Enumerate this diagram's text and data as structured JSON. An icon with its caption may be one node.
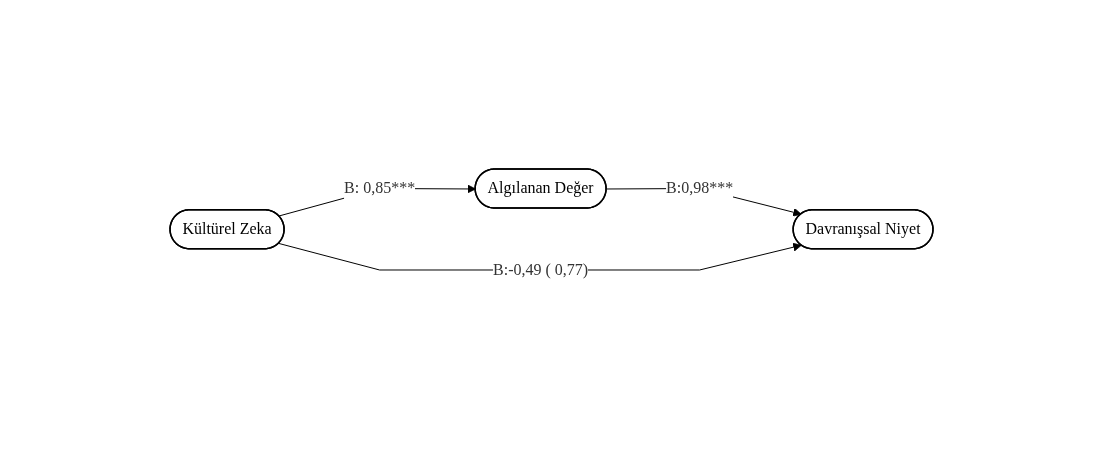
{
  "diagram": {
    "nodes": [
      {
        "text": [
          "Kültürel Zeka"
        ]
      },
      {
        "text": [
          "Algılanan Değer"
        ]
      },
      {
        "text": [
          "Davranışsal Niyet"
        ]
      }
    ],
    "edges": [
      {
        "from": 0,
        "to": 1,
        "arrow": "to",
        "label": "B: 0,85***"
      },
      {
        "from": 1,
        "to": 2,
        "arrow": "to",
        "label": "B:0,98***"
      },
      {
        "from": 0,
        "to": 2,
        "arrow": "to",
        "label": "B:-0,49 ( 0,77)"
      }
    ]
  }
}
